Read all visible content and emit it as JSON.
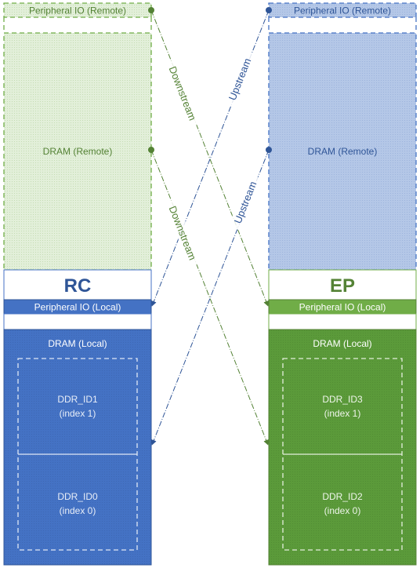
{
  "rc": {
    "title": "RC",
    "peripheral_remote": "Peripheral IO (Remote)",
    "dram_remote": "DRAM (Remote)",
    "peripheral_local": "Peripheral IO (Local)",
    "dram_local": "DRAM (Local)",
    "ddr_upper_name": "DDR_ID1",
    "ddr_upper_index": "(index 1)",
    "ddr_lower_name": "DDR_ID0",
    "ddr_lower_index": "(index 0)"
  },
  "ep": {
    "title": "EP",
    "peripheral_remote": "Peripheral IO (Remote)",
    "dram_remote": "DRAM (Remote)",
    "peripheral_local": "Peripheral IO (Local)",
    "dram_local": "DRAM (Local)",
    "ddr_upper_name": "DDR_ID3",
    "ddr_upper_index": "(index 1)",
    "ddr_lower_name": "DDR_ID2",
    "ddr_lower_index": "(index 0)"
  },
  "arrows": {
    "downstream_label": "Downstream",
    "upstream_label": "Upstream"
  },
  "colors": {
    "blue": "#4472c4",
    "blue_dark": "#2f5597",
    "green": "#70ad47",
    "green_dark": "#548235",
    "green_light_fill": "#e2efd9",
    "blue_light_fill": "#b4c7e7"
  }
}
